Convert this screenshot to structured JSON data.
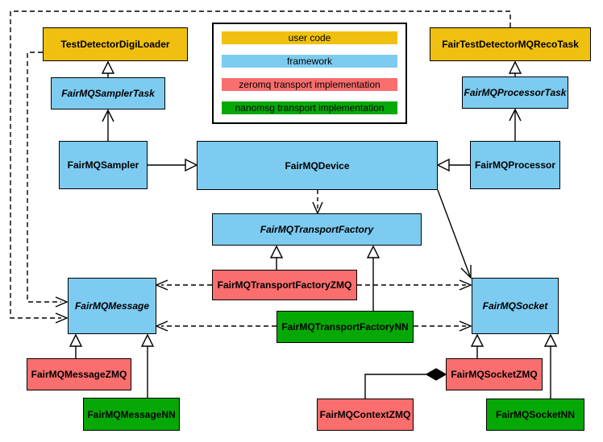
{
  "legend": {
    "items": [
      {
        "label": "user code",
        "color": "#F0C010"
      },
      {
        "label": "framework",
        "color": "#7DCBF0"
      },
      {
        "label": "zeromq transport implementation",
        "color": "#FA6E6E"
      },
      {
        "label": "nanomsg transport implementation",
        "color": "#06A806"
      }
    ]
  },
  "nodes": {
    "testDetectorDigiLoader": {
      "label": "TestDetectorDigiLoader",
      "category": "user code",
      "color": "#F0C010"
    },
    "fairTestDetectorMQRecoTask": {
      "label": "FairTestDetectorMQRecoTask",
      "category": "user code",
      "color": "#F0C010"
    },
    "fairMQSamplerTask": {
      "label": "FairMQSamplerTask",
      "category": "framework",
      "color": "#7DCBF0",
      "abstract": true
    },
    "fairMQProcessorTask": {
      "label": "FairMQProcessorTask",
      "category": "framework",
      "color": "#7DCBF0",
      "abstract": true
    },
    "fairMQSampler": {
      "label": "FairMQSampler",
      "category": "framework",
      "color": "#7DCBF0"
    },
    "fairMQDevice": {
      "label": "FairMQDevice",
      "category": "framework",
      "color": "#7DCBF0"
    },
    "fairMQProcessor": {
      "label": "FairMQProcessor",
      "category": "framework",
      "color": "#7DCBF0"
    },
    "fairMQTransportFactory": {
      "label": "FairMQTransportFactory",
      "category": "framework",
      "color": "#7DCBF0",
      "abstract": true
    },
    "fairMQTransportFactoryZMQ": {
      "label": "FairMQTransportFactoryZMQ",
      "category": "zeromq transport implementation",
      "color": "#FA6E6E"
    },
    "fairMQTransportFactoryNN": {
      "label": "FairMQTransportFactoryNN",
      "category": "nanomsg transport implementation",
      "color": "#06A806"
    },
    "fairMQMessage": {
      "label": "FairMQMessage",
      "category": "framework",
      "color": "#7DCBF0",
      "abstract": true
    },
    "fairMQSocket": {
      "label": "FairMQSocket",
      "category": "framework",
      "color": "#7DCBF0",
      "abstract": true
    },
    "fairMQMessageZMQ": {
      "label": "FairMQMessageZMQ",
      "category": "zeromq transport implementation",
      "color": "#FA6E6E"
    },
    "fairMQMessageNN": {
      "label": "FairMQMessageNN",
      "category": "nanomsg transport implementation",
      "color": "#06A806"
    },
    "fairMQContextZMQ": {
      "label": "FairMQContextZMQ",
      "category": "zeromq transport implementation",
      "color": "#FA6E6E"
    },
    "fairMQSocketZMQ": {
      "label": "FairMQSocketZMQ",
      "category": "zeromq transport implementation",
      "color": "#FA6E6E"
    },
    "fairMQSocketNN": {
      "label": "FairMQSocketNN",
      "category": "nanomsg transport implementation",
      "color": "#06A806"
    }
  },
  "relations": [
    {
      "a": "FairMQSamplerTask",
      "b": "TestDetectorDigiLoader",
      "type": "inheritance",
      "line": "solid"
    },
    {
      "a": "FairMQSampler",
      "b": "FairMQSamplerTask",
      "type": "open-arrow",
      "line": "solid"
    },
    {
      "a": "FairMQProcessorTask",
      "b": "FairTestDetectorMQRecoTask",
      "type": "inheritance",
      "line": "solid"
    },
    {
      "a": "FairMQProcessor",
      "b": "FairMQProcessorTask",
      "type": "open-arrow",
      "line": "solid"
    },
    {
      "a": "FairMQSampler",
      "b": "FairMQDevice",
      "type": "inheritance",
      "line": "solid"
    },
    {
      "a": "FairMQProcessor",
      "b": "FairMQDevice",
      "type": "inheritance",
      "line": "solid"
    },
    {
      "a": "FairMQDevice",
      "b": "FairMQTransportFactory",
      "type": "dependency",
      "line": "dashed"
    },
    {
      "a": "FairMQDevice",
      "b": "FairMQSocket",
      "type": "open-arrow",
      "line": "solid"
    },
    {
      "a": "FairMQTransportFactoryZMQ",
      "b": "FairMQTransportFactory",
      "type": "inheritance",
      "line": "solid"
    },
    {
      "a": "FairMQTransportFactoryNN",
      "b": "FairMQTransportFactory",
      "type": "inheritance",
      "line": "solid"
    },
    {
      "a": "FairMQTransportFactoryZMQ",
      "b": "FairMQMessage",
      "type": "dependency",
      "line": "dashed"
    },
    {
      "a": "FairMQTransportFactoryZMQ",
      "b": "FairMQSocket",
      "type": "dependency",
      "line": "dashed"
    },
    {
      "a": "FairMQTransportFactoryNN",
      "b": "FairMQMessage",
      "type": "dependency",
      "line": "dashed"
    },
    {
      "a": "FairMQTransportFactoryNN",
      "b": "FairMQSocket",
      "type": "dependency",
      "line": "dashed"
    },
    {
      "a": "TestDetectorDigiLoader",
      "b": "FairMQMessage",
      "type": "dependency",
      "line": "dashed"
    },
    {
      "a": "FairTestDetectorMQRecoTask",
      "b": "FairMQMessage",
      "type": "dependency",
      "line": "dashed"
    },
    {
      "a": "FairMQMessageZMQ",
      "b": "FairMQMessage",
      "type": "inheritance",
      "line": "solid"
    },
    {
      "a": "FairMQMessageNN",
      "b": "FairMQMessage",
      "type": "inheritance",
      "line": "solid"
    },
    {
      "a": "FairMQSocketZMQ",
      "b": "FairMQSocket",
      "type": "inheritance",
      "line": "solid"
    },
    {
      "a": "FairMQSocketNN",
      "b": "FairMQSocket",
      "type": "inheritance",
      "line": "solid"
    },
    {
      "a": "FairMQContextZMQ",
      "b": "FairMQSocketZMQ",
      "type": "composition",
      "line": "solid"
    }
  ]
}
